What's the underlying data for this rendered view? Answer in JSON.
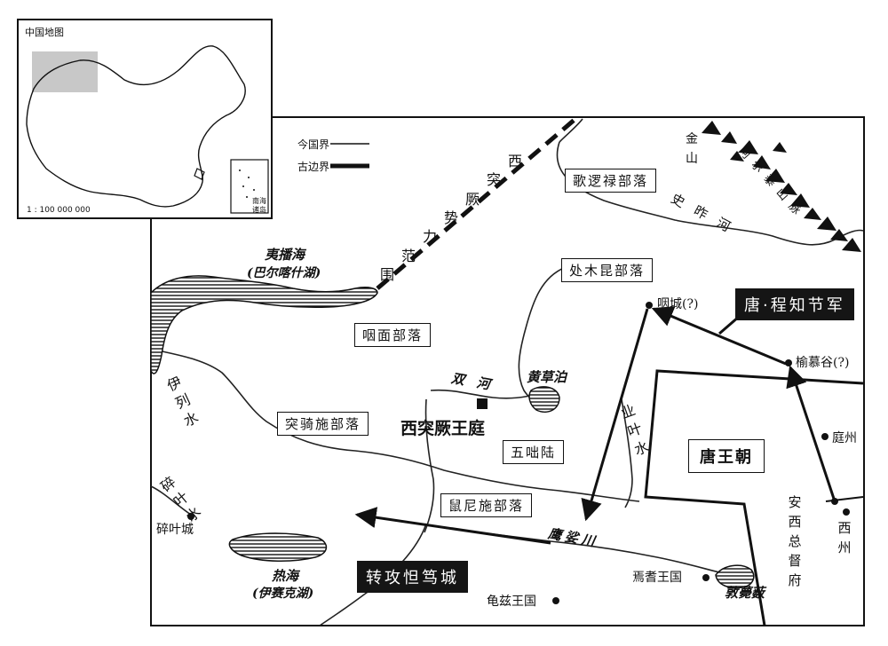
{
  "inset": {
    "title": "中国地图",
    "scale": "1 : 100 000 000",
    "south_sea_label": "南海诸岛"
  },
  "legend": {
    "modern_border": "今国界",
    "ancient_border": "古边界"
  },
  "regions": {
    "western_turks_sphere": "西突厥势力范围",
    "tang_dynasty": "唐王朝"
  },
  "tribes": {
    "geluolu": "歌逻禄部落",
    "chumukun": "处木昆部落",
    "yanmian": "咽面部落",
    "tuqishi": "突骑施部落",
    "wudunu": "五咄陆",
    "shunishi": "鼠尼施部落"
  },
  "water": {
    "yibo_sea": "夷播海",
    "yibo_sea_alt": "(巴尔喀什湖)",
    "re_sea": "热海",
    "re_sea_alt": "(伊赛克湖)",
    "huangcao_po": "黄草泊",
    "dunhun_po": "敦薨薮",
    "yilie_river": "伊列水",
    "suiye_river": "碎叶水",
    "shuang_river": "双河",
    "jiye_river": "业叶水",
    "shi_river": "史昨河",
    "yingsuo_chuan": "鹰娑川"
  },
  "mountains": {
    "jinshan": "金山",
    "altai_label": "阿尔泰山脉"
  },
  "places": {
    "west_turk_court": "西突厥王庭",
    "yan_city": "咽城(?)",
    "yumu_valley": "榆慕谷(?)",
    "tingzhou": "庭州",
    "xizhou": "西州",
    "anxi_protectorate": "安西总督府",
    "suiye_city": "碎叶城",
    "yanqi_kingdom": "焉耆王国",
    "qiuci_kingdom": "龟兹王国"
  },
  "callouts": {
    "tang_army": "唐·程知节军",
    "attack": "转攻怛笃城"
  }
}
